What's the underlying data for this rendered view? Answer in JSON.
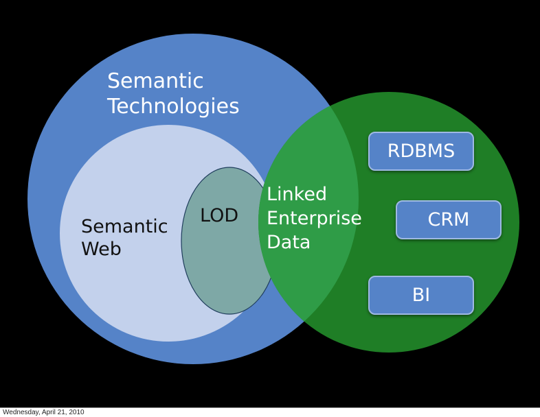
{
  "labels": {
    "semantic_technologies": [
      "Semantic",
      "Technologies"
    ],
    "semantic_web": [
      "Semantic",
      "Web"
    ],
    "lod": "LOD",
    "linked_enterprise_data": [
      "Linked",
      "Enterprise",
      "Data"
    ]
  },
  "boxes": [
    "RDBMS",
    "CRM",
    "BI"
  ],
  "footer": {
    "date": "Wednesday, April 21, 2010"
  },
  "colors": {
    "background": "#000000",
    "semantic_technologies_circle": "#5583c8",
    "semantic_web_circle": "#c3d1ec",
    "lod_ellipse": "#7ea8a6",
    "enterprise_circle": "#1f7e26",
    "overlap_region": "#2f9c47",
    "box_fill": "#5583c8"
  }
}
